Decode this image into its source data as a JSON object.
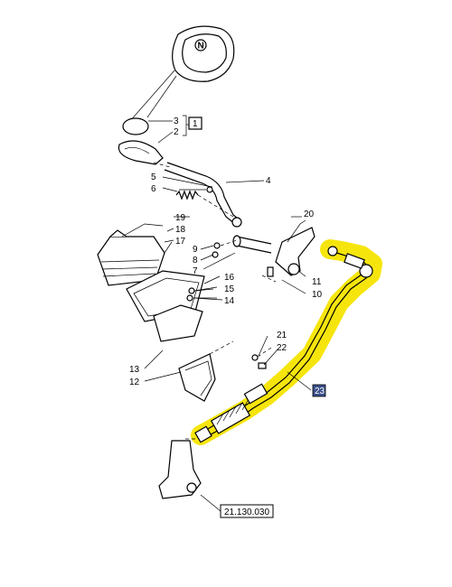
{
  "callouts": {
    "c1": "1",
    "c2": "2",
    "c3": "3",
    "c4": "4",
    "c5": "5",
    "c6": "6",
    "c7": "7",
    "c8": "8",
    "c9": "9",
    "c10": "10",
    "c11": "11",
    "c12": "12",
    "c13": "13",
    "c14": "14",
    "c15": "15",
    "c16": "16",
    "c17": "17",
    "c18": "18",
    "c19": "19",
    "c20": "20",
    "c21": "21",
    "c22": "22",
    "c23": "23"
  },
  "reference": "21.130.030",
  "colors": {
    "highlight": "#f5e400",
    "badge": "#3b4f8c",
    "line": "#000000"
  }
}
